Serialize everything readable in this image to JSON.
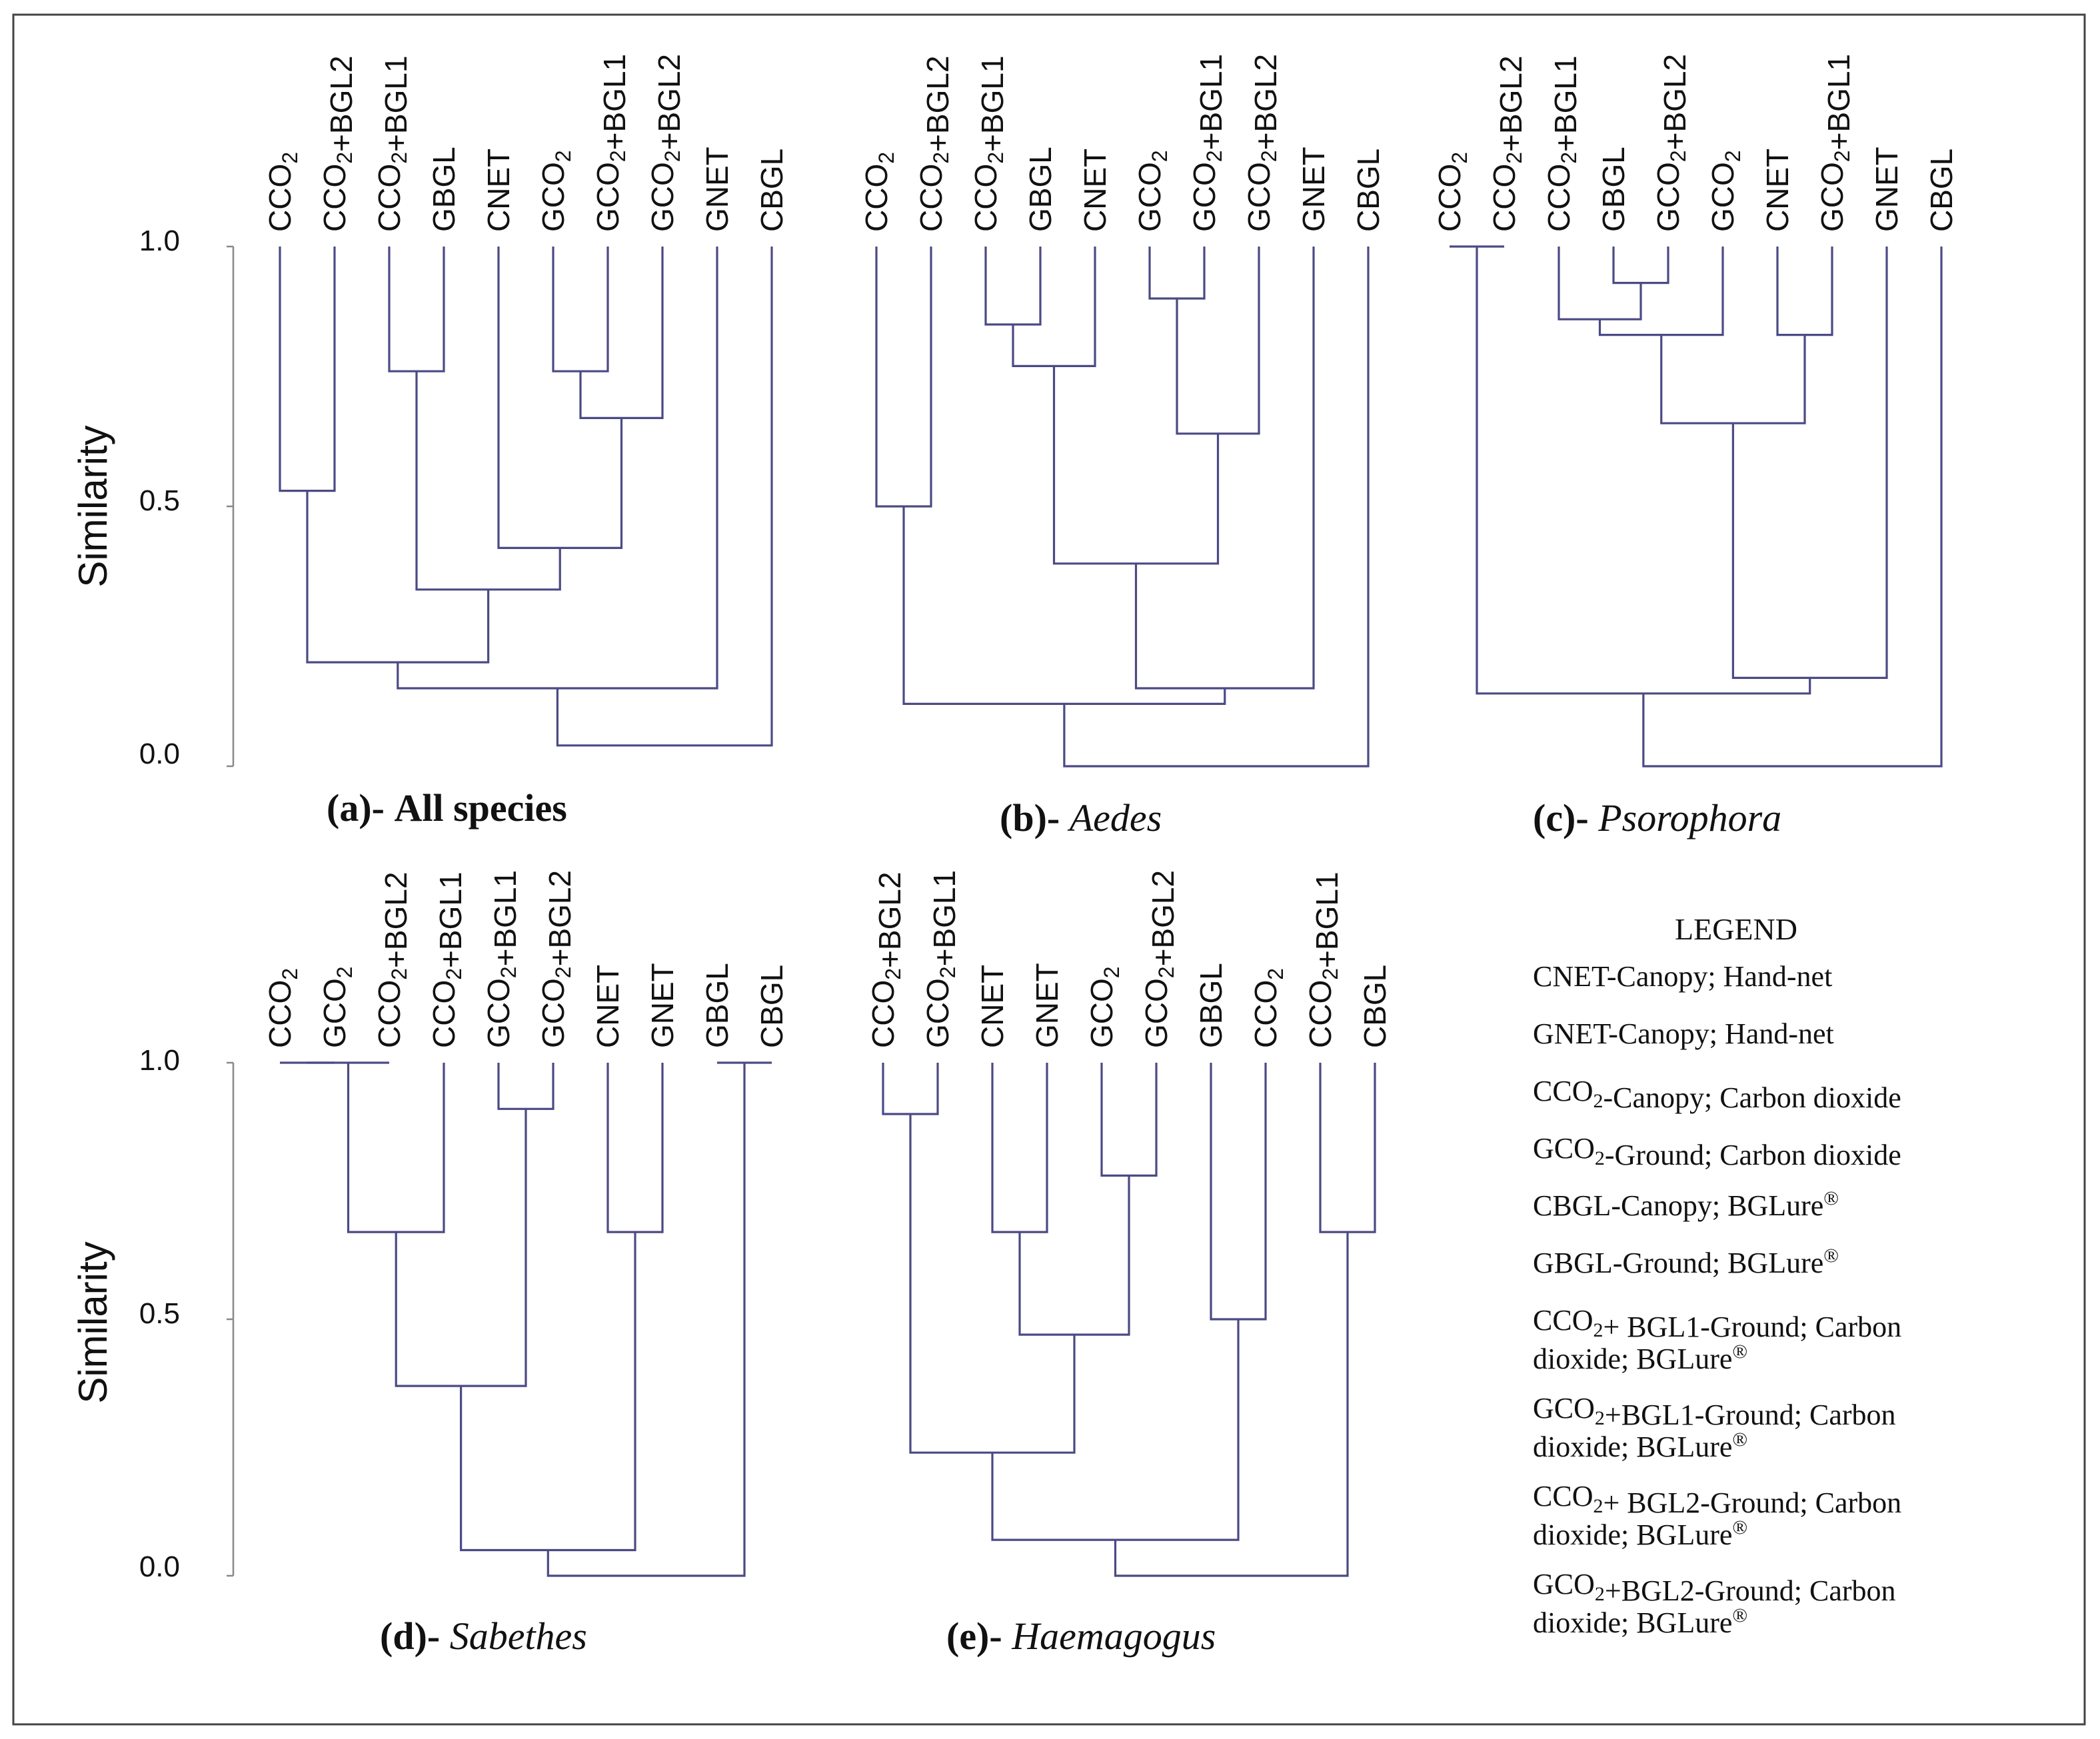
{
  "axis": {
    "label": "Similarity",
    "ticks": [
      "1.0",
      "0.5",
      "0.0"
    ]
  },
  "panels": [
    {
      "id": "a",
      "caption_prefix": "(a)-",
      "caption_name": "All species",
      "caption_italic": false,
      "leaves": [
        "CCO2",
        "CCO2+BGL2",
        "CCO2+BGL1",
        "GBGL",
        "CNET",
        "GCO2",
        "GCO2+BGL1",
        "GCO2+BGL2",
        "GNET",
        "CBGL"
      ],
      "merges": [
        [
          0,
          1,
          0.53
        ],
        [
          2,
          3,
          0.76
        ],
        [
          5,
          6,
          0.76
        ],
        [
          12,
          7,
          0.67
        ],
        [
          4,
          13,
          0.42
        ],
        [
          11,
          14,
          0.34
        ],
        [
          10,
          15,
          0.2
        ],
        [
          16,
          8,
          0.15
        ],
        [
          17,
          9,
          0.04
        ]
      ]
    },
    {
      "id": "b",
      "caption_prefix": "(b)-",
      "caption_name": "Aedes",
      "caption_italic": true,
      "leaves": [
        "CCO2",
        "CCO2+BGL2",
        "CCO2+BGL1",
        "GBGL",
        "CNET",
        "GCO2",
        "GCO2+BGL1",
        "GCO2+BGL2",
        "GNET",
        "CBGL"
      ],
      "merges": [
        [
          2,
          3,
          0.85
        ],
        [
          10,
          4,
          0.77
        ],
        [
          5,
          6,
          0.9
        ],
        [
          12,
          7,
          0.64
        ],
        [
          11,
          13,
          0.39
        ],
        [
          14,
          8,
          0.15
        ],
        [
          0,
          1,
          0.5
        ],
        [
          16,
          15,
          0.12
        ],
        [
          17,
          9,
          0.0
        ]
      ]
    },
    {
      "id": "c",
      "caption_prefix": "(c)-",
      "caption_name": "Psorophora",
      "caption_italic": true,
      "leaves": [
        "CCO2",
        "CCO2+BGL2",
        "CCO2+BGL1",
        "GBGL",
        "GCO2+BGL2",
        "GCO2",
        "CNET",
        "GCO2+BGL1",
        "GNET",
        "CBGL"
      ],
      "merges": [
        [
          0,
          1,
          1.0
        ],
        [
          3,
          4,
          0.93
        ],
        [
          2,
          11,
          0.86
        ],
        [
          12,
          5,
          0.83
        ],
        [
          6,
          7,
          0.83
        ],
        [
          13,
          14,
          0.66
        ],
        [
          15,
          8,
          0.17
        ],
        [
          10,
          16,
          0.14
        ],
        [
          17,
          9,
          0.0
        ]
      ]
    },
    {
      "id": "d",
      "caption_prefix": "(d)-",
      "caption_name": "Sabethes",
      "caption_italic": true,
      "leaves": [
        "CCO2",
        "GCO2",
        "CCO2+BGL2",
        "CCO2+BGL1",
        "GCO2+BGL1",
        "GCO2+BGL2",
        "CNET",
        "GNET",
        "GBGL",
        "CBGL"
      ],
      "merges": [
        [
          0,
          1,
          1.0
        ],
        [
          10,
          2,
          1.0
        ],
        [
          4,
          5,
          0.91
        ],
        [
          11,
          3,
          0.67
        ],
        [
          13,
          12,
          0.37
        ],
        [
          6,
          7,
          0.67
        ],
        [
          14,
          15,
          0.05
        ],
        [
          8,
          9,
          1.0
        ],
        [
          16,
          17,
          0.0
        ]
      ]
    },
    {
      "id": "e",
      "caption_prefix": "(e)-",
      "caption_name": "Haemagogus",
      "caption_italic": true,
      "leaves": [
        "CCO2+BGL2",
        "GCO2+BGL1",
        "CNET",
        "GNET",
        "GCO2",
        "GCO2+BGL2",
        "GBGL",
        "CCO2",
        "CCO2+BGL1",
        "CBGL"
      ],
      "merges": [
        [
          0,
          1,
          0.9
        ],
        [
          2,
          3,
          0.67
        ],
        [
          4,
          5,
          0.78
        ],
        [
          11,
          12,
          0.47
        ],
        [
          10,
          13,
          0.24
        ],
        [
          6,
          7,
          0.5
        ],
        [
          14,
          15,
          0.07
        ],
        [
          8,
          9,
          0.67
        ],
        [
          16,
          17,
          0.0
        ]
      ]
    }
  ],
  "legend": {
    "title": "LEGEND",
    "items": [
      [
        "CNET-Canopy; Hand-net"
      ],
      [
        "GNET-Canopy; Hand-net"
      ],
      [
        "CCO2-Canopy; Carbon dioxide"
      ],
      [
        "GCO2-Ground; Carbon dioxide"
      ],
      [
        "CBGL-Canopy; BGLure®"
      ],
      [
        "GBGL-Ground; BGLure®"
      ],
      [
        "CCO2+ BGL1-Ground; Carbon",
        "dioxide; BGLure®"
      ],
      [
        "GCO2+BGL1-Ground; Carbon",
        "dioxide; BGLure®"
      ],
      [
        "CCO2+ BGL2-Ground; Carbon",
        "dioxide; BGLure®"
      ],
      [
        "GCO2+BGL2-Ground; Carbon",
        "dioxide; BGLure®"
      ]
    ]
  }
}
